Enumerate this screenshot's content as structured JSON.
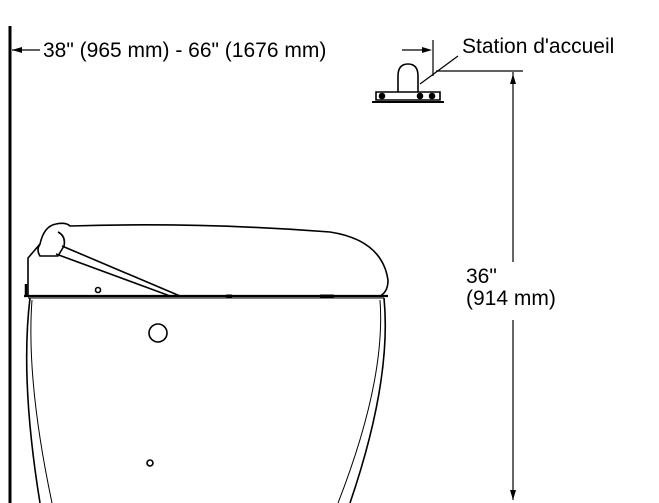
{
  "labels": {
    "horizontal_dimension": "38\" (965 mm) - 66\" (1676 mm)",
    "station": "Station d'accueil",
    "vertical_dimension_line1": "36\"",
    "vertical_dimension_line2": "(914 mm)"
  },
  "colors": {
    "line": "#000000",
    "background": "#ffffff"
  }
}
